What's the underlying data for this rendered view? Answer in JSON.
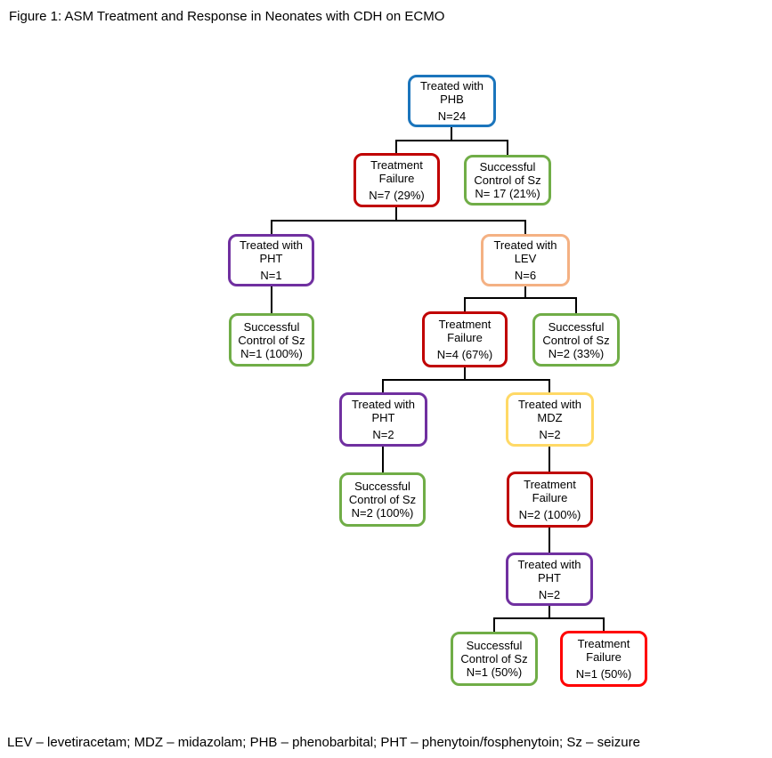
{
  "figure": {
    "title": "Figure 1: ASM Treatment and Response in Neonates with CDH on ECMO",
    "footnote": "LEV – levetiracetam; MDZ – midazolam; PHB – phenobarbital; PHT – phenytoin/fosphenytoin; Sz – seizure"
  },
  "palette": {
    "blue": "#1B75BC",
    "dark_red": "#C00000",
    "bright_red": "#FF0000",
    "green": "#70AD47",
    "purple": "#7030A0",
    "peach": "#F4B183",
    "yellow": "#FFD966",
    "connector": "#000000",
    "text": "#000000"
  },
  "nodes": [
    {
      "id": "phb-root",
      "label": "Treated with PHB",
      "value": "N=24",
      "color": "#1B75BC",
      "parent": null
    },
    {
      "id": "failure-phb",
      "label": "Treatment Failure",
      "value": "N=7 (29%)",
      "color": "#C00000",
      "parent": "phb-root"
    },
    {
      "id": "success-phb",
      "label": "Successful Control of Sz",
      "value": "N= 17 (21%)",
      "color": "#70AD47",
      "parent": "phb-root"
    },
    {
      "id": "pht-1",
      "label": "Treated with PHT",
      "value": "N=1",
      "color": "#7030A0",
      "parent": "failure-phb"
    },
    {
      "id": "lev",
      "label": "Treated with LEV",
      "value": "N=6",
      "color": "#F4B183",
      "parent": "failure-phb"
    },
    {
      "id": "success-pht-1",
      "label": "Successful Control of Sz",
      "value": "N=1 (100%)",
      "color": "#70AD47",
      "parent": "pht-1"
    },
    {
      "id": "failure-lev",
      "label": "Treatment Failure",
      "value": "N=4 (67%)",
      "color": "#C00000",
      "parent": "lev"
    },
    {
      "id": "success-lev",
      "label": "Successful Control of Sz",
      "value": "N=2 (33%)",
      "color": "#70AD47",
      "parent": "lev"
    },
    {
      "id": "pht-2",
      "label": "Treated with PHT",
      "value": "N=2",
      "color": "#7030A0",
      "parent": "failure-lev"
    },
    {
      "id": "mdz",
      "label": "Treated with MDZ",
      "value": "N=2",
      "color": "#FFD966",
      "parent": "failure-lev"
    },
    {
      "id": "success-pht-2",
      "label": "Successful Control of Sz",
      "value": "N=2 (100%)",
      "color": "#70AD47",
      "parent": "pht-2"
    },
    {
      "id": "failure-mdz",
      "label": "Treatment Failure",
      "value": "N=2 (100%)",
      "color": "#C00000",
      "parent": "mdz"
    },
    {
      "id": "pht-3",
      "label": "Treated with PHT",
      "value": "N=2",
      "color": "#7030A0",
      "parent": "failure-mdz"
    },
    {
      "id": "success-pht-3",
      "label": "Successful Control of Sz",
      "value": "N=1 (50%)",
      "color": "#70AD47",
      "parent": "pht-3"
    },
    {
      "id": "failure-pht-3",
      "label": "Treatment Failure",
      "value": "N=1 (50%)",
      "color": "#FF0000",
      "parent": "pht-3"
    }
  ]
}
